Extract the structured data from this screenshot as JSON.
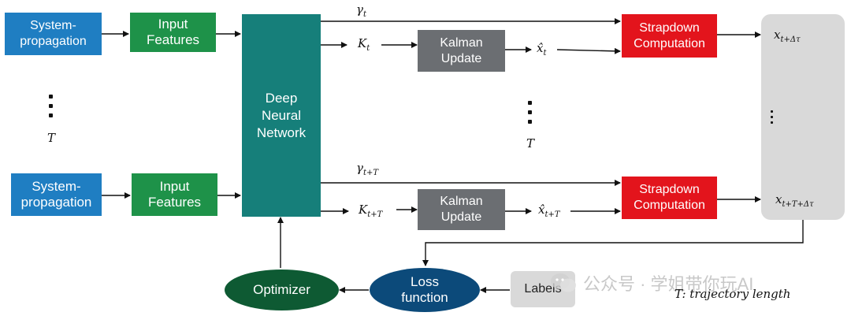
{
  "nodes": {
    "sysprop_top": "System-\npropagation",
    "feat_top": "Input\nFeatures",
    "sysprop_bot": "System-\npropagation",
    "feat_bot": "Input\nFeatures",
    "dnn": "Deep\nNeural\nNetwork",
    "kalman_top": "Kalman\nUpdate",
    "kalman_bot": "Kalman\nUpdate",
    "strap_top": "Strapdown\nComputation",
    "strap_bot": "Strapdown\nComputation",
    "optimizer": "Optimizer",
    "loss": "Loss\nfunction",
    "labels": "Labels"
  },
  "math": {
    "gamma_t": {
      "base": "γ",
      "sub": "t"
    },
    "k_t": {
      "base": "K",
      "sub": "t"
    },
    "xhat_t": {
      "base": "x̂",
      "sub": "t"
    },
    "x_out_top": {
      "base": "x",
      "sub": "t+Δτ"
    },
    "t_left": {
      "base": "T",
      "sub": ""
    },
    "t_mid": {
      "base": "T",
      "sub": ""
    },
    "gamma_tT": {
      "base": "γ",
      "sub": "t+T"
    },
    "k_tT": {
      "base": "K",
      "sub": "t+T"
    },
    "xhat_tT": {
      "base": "x̂",
      "sub": "t+T"
    },
    "x_out_bot": {
      "base": "x",
      "sub": "t+T+Δτ"
    }
  },
  "legend_note": "T: trajectory length",
  "watermark_text": "公众号 · 学姐带你玩AI",
  "colors": {
    "blue": "#1f7ec2",
    "green": "#1e9249",
    "teal": "#167f7a",
    "gray": "#6b6e72",
    "red": "#e3141c",
    "optimizer": "#0e5a33",
    "loss": "#0c4a7a",
    "panel": "#d9d9d9"
  }
}
